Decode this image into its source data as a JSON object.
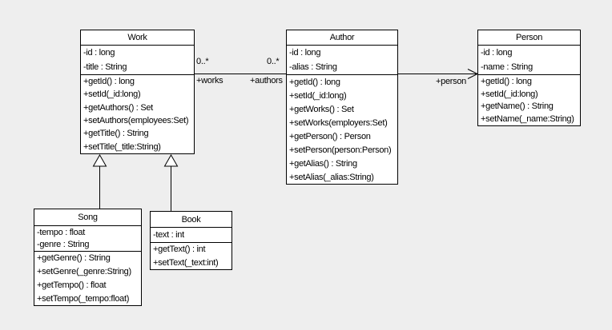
{
  "diagram": {
    "type": "uml-class-diagram",
    "colors": {
      "background": "#eeeeee",
      "box_fill": "#ffffff",
      "line": "#000000"
    },
    "classes": [
      {
        "name": "Work",
        "attributes": [
          "-id : long",
          "-title : String"
        ],
        "methods": [
          "+getId() : long",
          "+setId(_id:long)",
          "+getAuthors() : Set",
          "+setAuthors(employees:Set)",
          "+getTitle() : String",
          "+setTitle(_title:String)"
        ]
      },
      {
        "name": "Author",
        "attributes": [
          "-id : long",
          "-alias : String"
        ],
        "methods": [
          "+getId() : long",
          "+setId(_id:long)",
          "+getWorks() : Set",
          "+setWorks(employers:Set)",
          "+getPerson() : Person",
          "+setPerson(person:Person)",
          "+getAlias() : String",
          "+setAlias(_alias:String)"
        ]
      },
      {
        "name": "Person",
        "attributes": [
          "-id : long",
          "-name : String"
        ],
        "methods": [
          "+getId() : long",
          "+setId(_id:long)",
          "+getName() : String",
          "+setName(_name:String)"
        ]
      },
      {
        "name": "Song",
        "attributes": [
          "-tempo : float",
          "-genre : String"
        ],
        "methods": [
          "+getGenre() : String",
          "+setGenre(_genre:String)",
          "+getTempo() : float",
          "+setTempo(_tempo:float)"
        ]
      },
      {
        "name": "Book",
        "attributes": [
          "-text : int"
        ],
        "methods": [
          "+getText() : int",
          "+setText(_text:int)"
        ]
      }
    ],
    "edges": {
      "work_author": {
        "kind": "association",
        "source_mult": "0..*",
        "target_mult": "0..*",
        "source_role": "+works",
        "target_role": "+authors"
      },
      "author_person": {
        "kind": "directed-association",
        "target_role": "+person"
      },
      "song_work": {
        "kind": "generalization"
      },
      "book_work": {
        "kind": "generalization"
      }
    }
  }
}
